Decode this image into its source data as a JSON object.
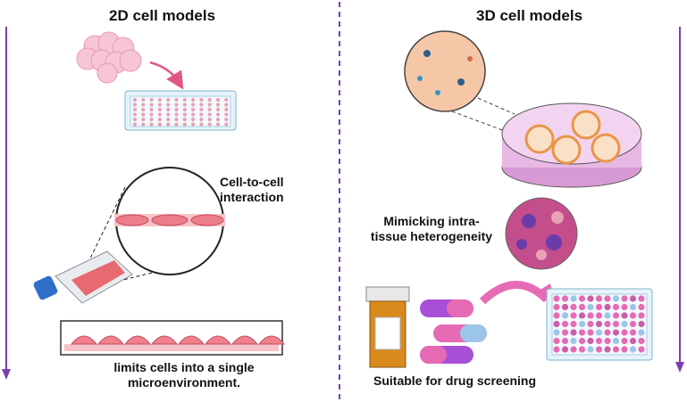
{
  "left_panel": {
    "title": "2D cell models",
    "interaction_label_line1": "Cell-to-cell",
    "interaction_label_line2": "interaction",
    "monolayer_caption_line1": "limits cells into a single",
    "monolayer_caption_line2": "microenvironment."
  },
  "right_panel": {
    "title": "3D cell models",
    "heterogeneity_label_line1": "Mimicking intra-",
    "heterogeneity_label_line2": "tissue heterogeneity",
    "drug_label": "Suitable for drug screening"
  },
  "colors": {
    "arrow_purple": "#7b3fb1",
    "cell_pink": "#f0808c",
    "plate_blue": "#e7f3fa",
    "dish_purple": "#e8b7e4"
  }
}
